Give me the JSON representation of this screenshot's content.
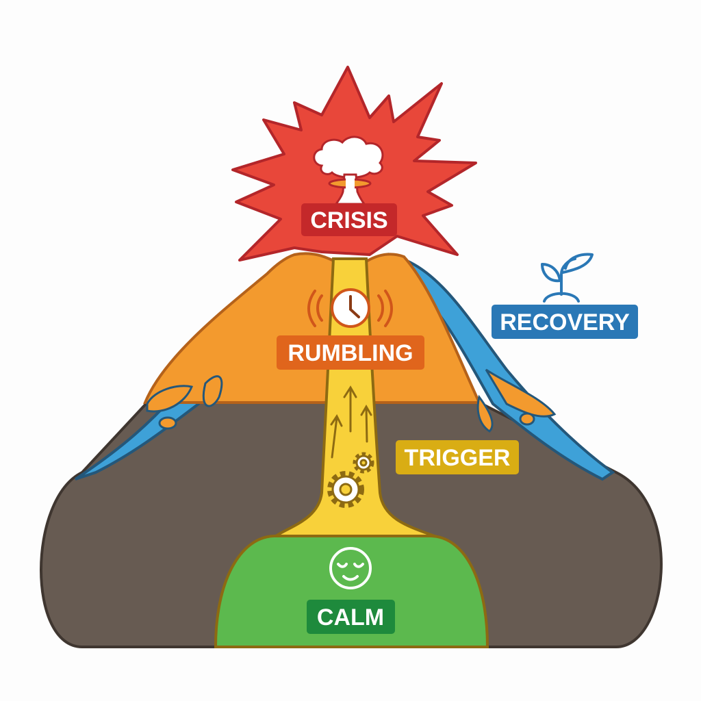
{
  "labels": {
    "crisis": "CRISIS",
    "rumbling": "RUMBLING",
    "trigger": "TRIGGER",
    "recovery": "RECOVERY",
    "calm": "CALM"
  },
  "icons": {
    "crisis": "mushroom-cloud-icon",
    "rumbling": "ringing-clock-icon",
    "trigger": "gears-and-up-arrows-icon",
    "recovery": "sprout-icon",
    "calm": "calm-face-icon"
  },
  "colors": {
    "crisis": "#e8473a",
    "crisis_label": "#c4282a",
    "rumbling": "#f39a2e",
    "rumbling_label": "#e0651c",
    "trigger": "#f8d13a",
    "trigger_label": "#d9ad14",
    "recovery": "#3ea1d8",
    "recovery_label": "#2a78b6",
    "calm": "#5cb94e",
    "calm_label": "#1e8a3c",
    "base": "#675b52"
  }
}
